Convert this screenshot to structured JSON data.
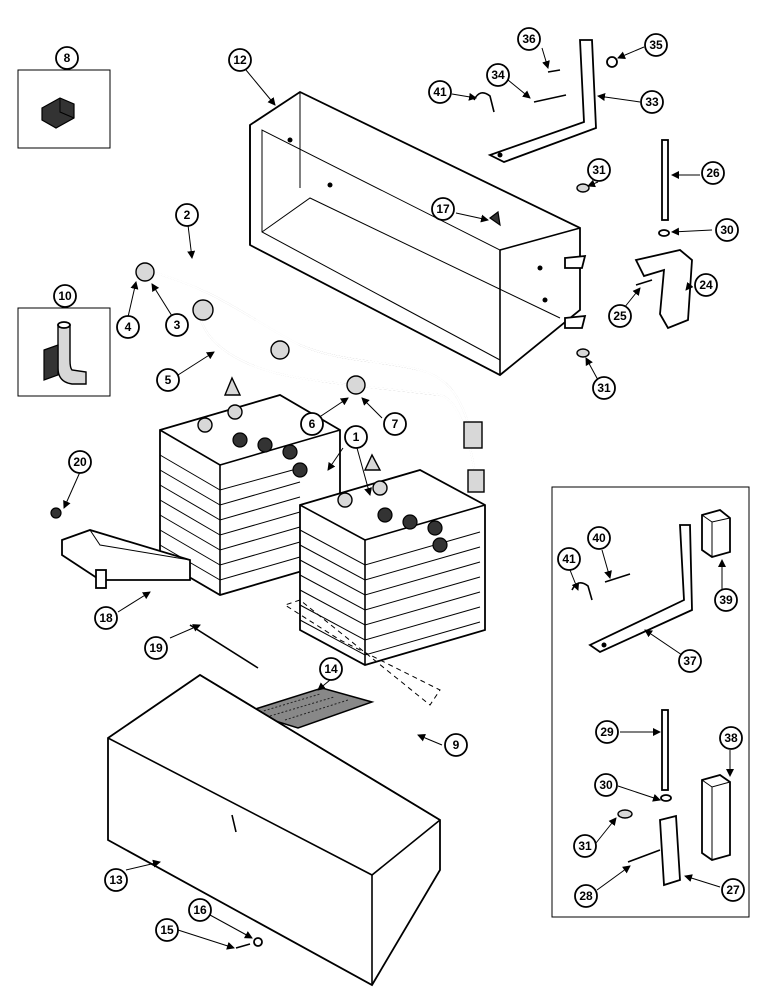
{
  "callouts": {
    "c1": "1",
    "c2": "2",
    "c3": "3",
    "c4": "4",
    "c5": "5",
    "c6": "6",
    "c7": "7",
    "c8": "8",
    "c9": "9",
    "c10": "10",
    "c12": "12",
    "c13": "13",
    "c14": "14",
    "c15": "15",
    "c16": "16",
    "c17": "17",
    "c18": "18",
    "c19": "19",
    "c20": "20",
    "c24": "24",
    "c25": "25",
    "c26": "26",
    "c27": "27",
    "c28": "28",
    "c29": "29",
    "c30a": "30",
    "c30b": "30",
    "c31a": "31",
    "c31b": "31",
    "c31c": "31",
    "c33": "33",
    "c34": "34",
    "c35": "35",
    "c36": "36",
    "c37": "37",
    "c38": "38",
    "c39": "39",
    "c40": "40",
    "c41a": "41",
    "c41b": "41"
  }
}
